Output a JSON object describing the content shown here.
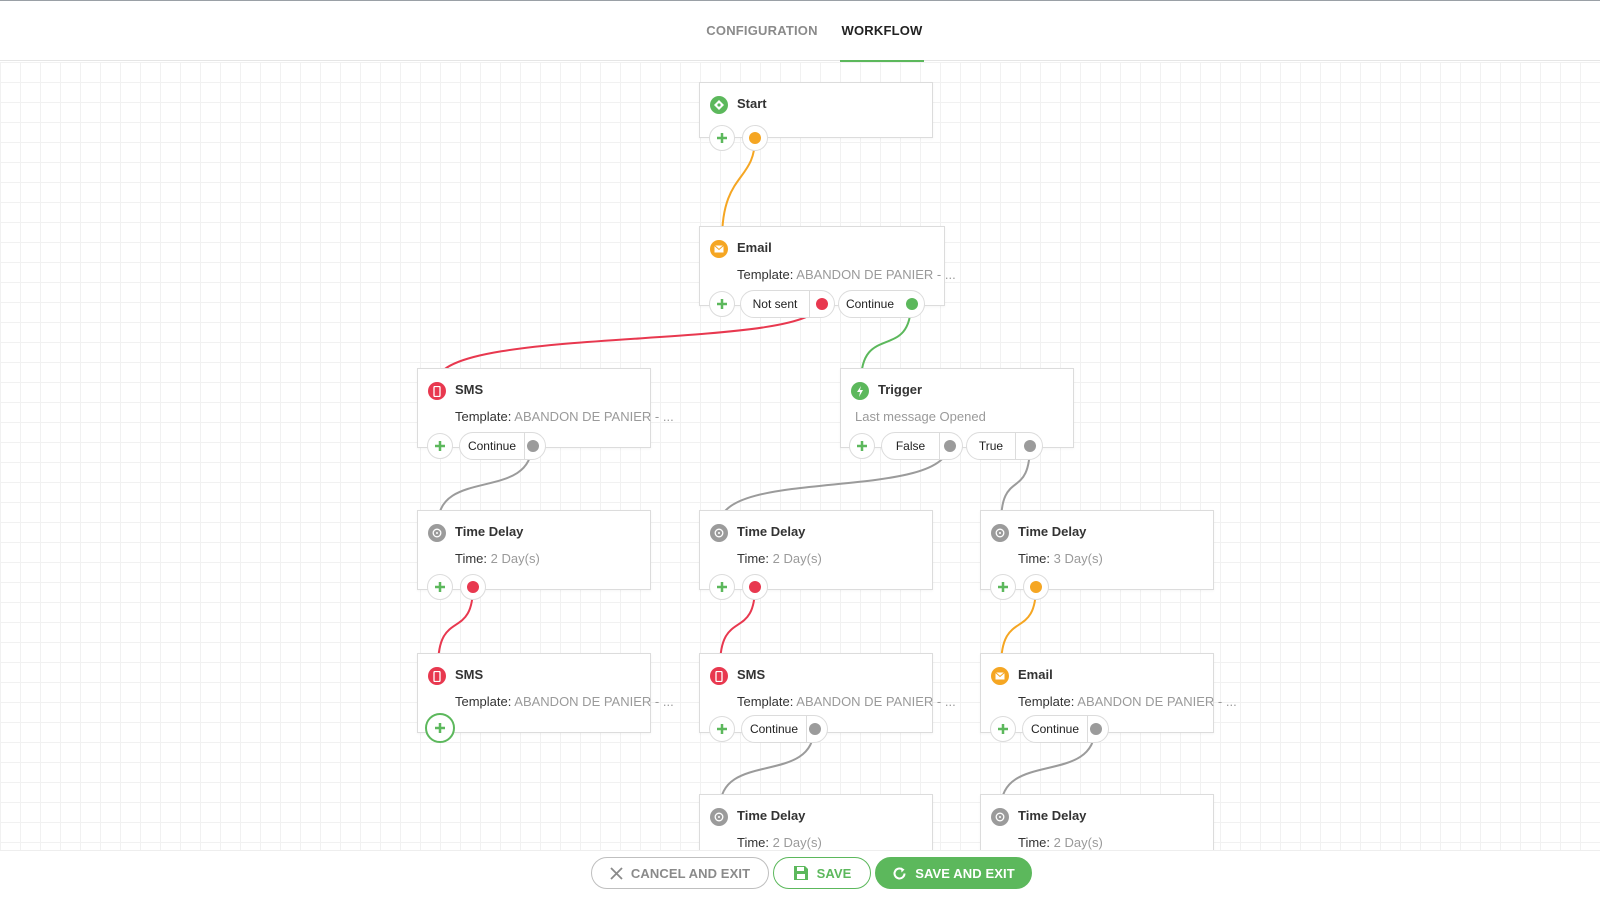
{
  "tabs": {
    "configuration": "CONFIGURATION",
    "workflow": "WORKFLOW"
  },
  "nodes": {
    "start": {
      "title": "Start"
    },
    "email_1": {
      "title": "Email",
      "template_label": "Template:",
      "template_value": "ABANDON DE PANIER - ...",
      "port_not_sent": "Not sent",
      "port_continue": "Continue"
    },
    "sms_1": {
      "title": "SMS",
      "template_label": "Template:",
      "template_value": "ABANDON DE PANIER - ...",
      "port_continue": "Continue"
    },
    "trigger_1": {
      "title": "Trigger",
      "condition": "Last message Opened",
      "port_false": "False",
      "port_true": "True"
    },
    "delay_1": {
      "title": "Time Delay",
      "time_label": "Time:",
      "time_value": "2 Day(s)"
    },
    "delay_2": {
      "title": "Time Delay",
      "time_label": "Time:",
      "time_value": "2 Day(s)"
    },
    "delay_3": {
      "title": "Time Delay",
      "time_label": "Time:",
      "time_value": "3 Day(s)"
    },
    "sms_2": {
      "title": "SMS",
      "template_label": "Template:",
      "template_value": "ABANDON DE PANIER - ..."
    },
    "sms_3": {
      "title": "SMS",
      "template_label": "Template:",
      "template_value": "ABANDON DE PANIER - ...",
      "port_continue": "Continue"
    },
    "email_2": {
      "title": "Email",
      "template_label": "Template:",
      "template_value": "ABANDON DE PANIER - ...",
      "port_continue": "Continue"
    },
    "delay_4": {
      "title": "Time Delay",
      "time_label": "Time:",
      "time_value": "2 Day(s)"
    },
    "delay_5": {
      "title": "Time Delay",
      "time_label": "Time:",
      "time_value": "2 Day(s)"
    }
  },
  "footer": {
    "cancel": "CANCEL AND EXIT",
    "save": "SAVE",
    "save_exit": "SAVE AND EXIT"
  },
  "colors": {
    "green": "#5cb85c",
    "orange": "#f5a623",
    "red": "#e8384f",
    "gray": "#9b9b9b"
  },
  "icons": {
    "start": "start-icon",
    "email": "envelope-icon",
    "sms": "mobile-phone-icon",
    "trigger": "lightning-bolt-icon",
    "time_delay": "clock-icon",
    "add": "plus-icon",
    "cancel": "close-icon",
    "save": "floppy-disk-icon",
    "save_exit": "refresh-icon"
  }
}
